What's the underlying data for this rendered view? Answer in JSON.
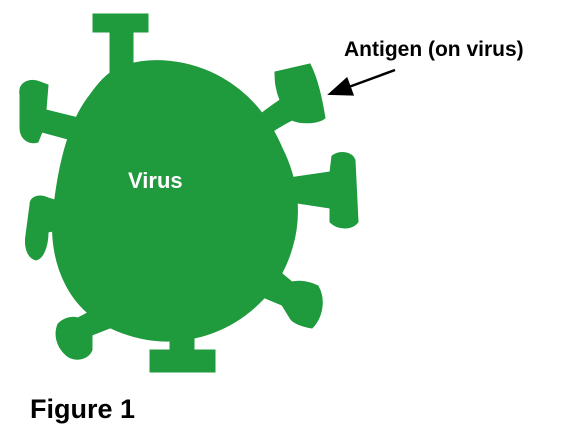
{
  "diagram": {
    "virus_label": "Virus",
    "antigen_label": "Antigen (on virus)",
    "caption": "Figure 1"
  },
  "colors": {
    "virus_fill": "#1f9a3c",
    "text": "#000000",
    "background": "#ffffff"
  }
}
